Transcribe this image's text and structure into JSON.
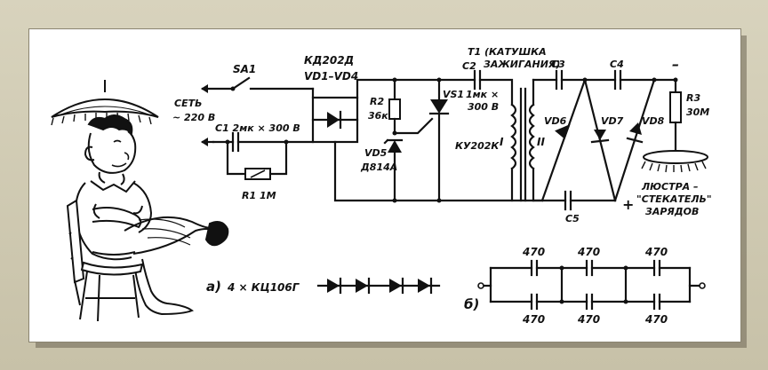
{
  "colors": {
    "background": "#cfc9b2",
    "sheet": "#ffffff",
    "ink": "#111111"
  },
  "labels": {
    "sa1": "SA1",
    "mains_1": "СЕТЬ",
    "mains_2": "~ 220 В",
    "c1": "C1 2мк × 300 В",
    "r1": "R1 1М",
    "bridge_1": "КД202Д",
    "bridge_2": "VD1–VD4",
    "r2_1": "R2",
    "r2_2": "36к",
    "vd5_1": "VD5",
    "vd5_2": "Д814А",
    "vs1_1": "VS1",
    "vs1_2": "КУ202К",
    "t1_1": "T1 (КАТУШКА",
    "t1_2": "ЗАЖИГАНИЯ)",
    "c2_1": "C2",
    "c2_2": "1мк ×",
    "c2_3": "300 В",
    "winding_1": "I",
    "winding_2": "II",
    "c3": "C3",
    "c4": "C4",
    "c5": "C5",
    "vd6": "VD6",
    "vd7": "VD7",
    "vd8": "VD8",
    "r3_1": "R3",
    "r3_2": "30М",
    "minus": "–",
    "plus": "+",
    "lustra_1": "ЛЮСТРА –",
    "lustra_2": "\"СТЕКАТЕЛЬ\"",
    "lustra_3": "ЗАРЯДОВ",
    "panel_a": "а)",
    "panel_a_text": "4 × КЦ106Г",
    "panel_b": "б)",
    "cap_top_1": "470",
    "cap_top_2": "470",
    "cap_top_3": "470",
    "cap_bot_1": "470",
    "cap_bot_2": "470",
    "cap_bot_3": "470"
  },
  "icons": {
    "figure": "seated-person-under-chandelier-illustration"
  }
}
